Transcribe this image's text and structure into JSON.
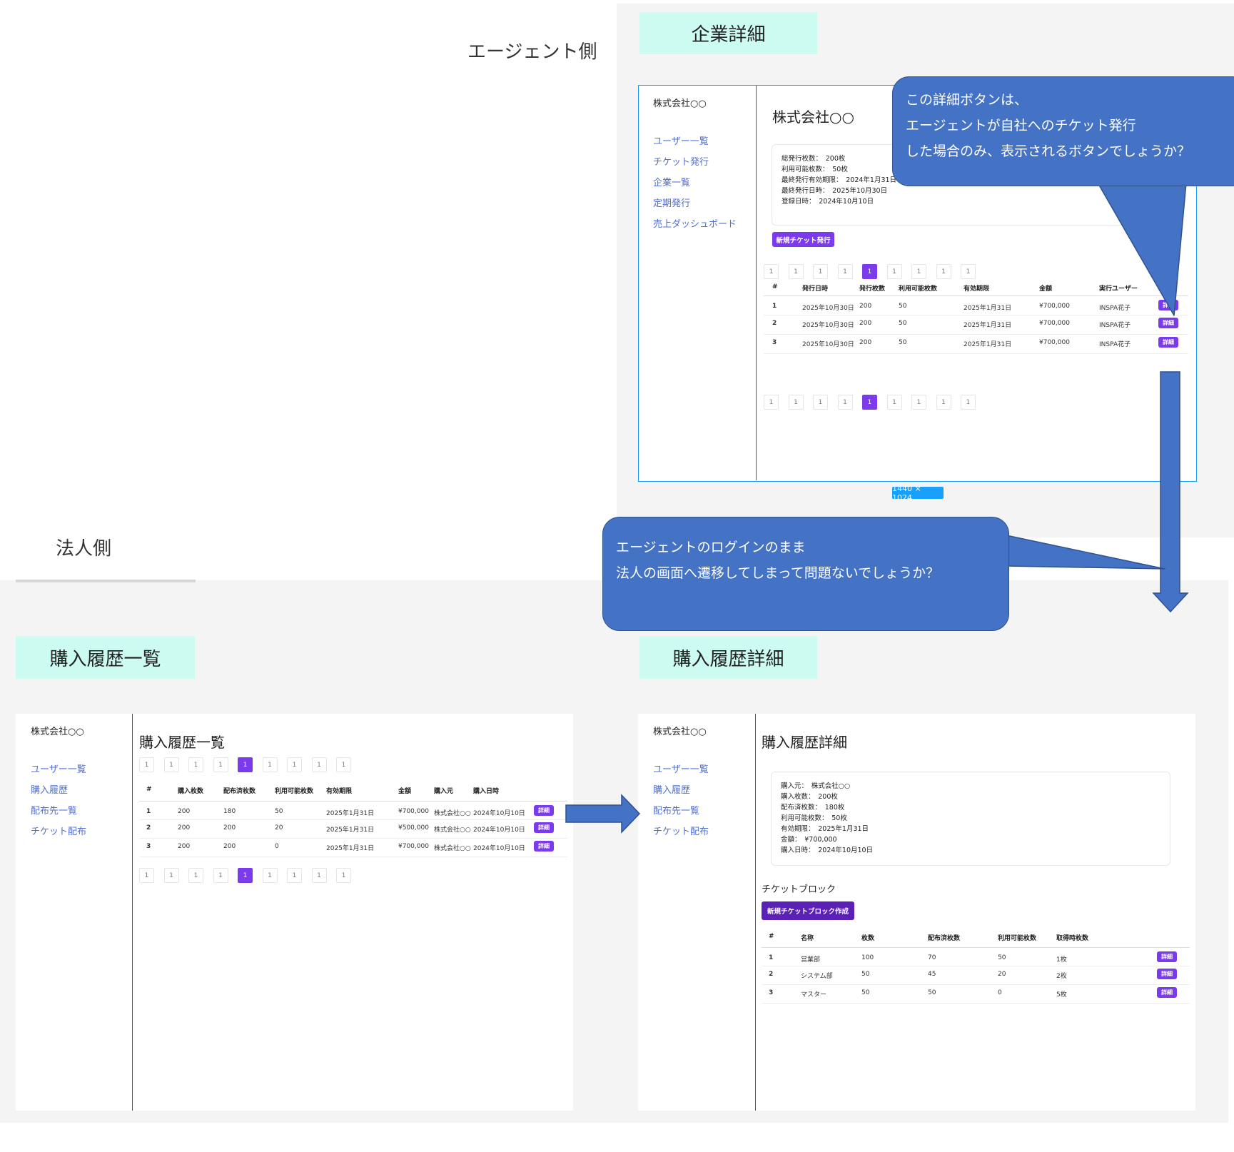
{
  "labels": {
    "agent_side": "エージェント側",
    "corp_side": "法人側"
  },
  "titles": {
    "company_detail": "企業詳細",
    "purchase_list": "購入履歴一覧",
    "purchase_detail": "購入履歴詳細"
  },
  "size_badge": "1440 × 1024",
  "callouts": {
    "c1": [
      "この詳細ボタンは、",
      "エージェントが自社へのチケット発行",
      "した場合のみ、表示されるボタンでしょうか？"
    ],
    "c2": [
      "エージェントのログインのまま",
      "法人の画面へ遷移してしまって問題ないでしょうか？"
    ]
  },
  "agent": {
    "company": "株式会社○○",
    "nav": [
      "ユーザー一覧",
      "チケット発行",
      "企業一覧",
      "定期発行",
      "売上ダッシュボード"
    ],
    "heading": "株式会社○○",
    "info": [
      "総発行枚数：　200枚",
      "利用可能枚数：　50枚",
      "最終発行有効期限：　2024年1月31日",
      "最終発行日時：　2025年10月30日",
      "登録日時：　2024年10月10日"
    ],
    "new_button": "新規チケット発行",
    "pages": [
      "1",
      "1",
      "1",
      "1",
      "1",
      "1",
      "1",
      "1",
      "1"
    ],
    "active_page": 4,
    "headers": [
      "#",
      "発行日時",
      "発行枚数",
      "利用可能枚数",
      "有効期限",
      "金額",
      "実行ユーザー"
    ],
    "rows": [
      [
        "1",
        "2025年10月30日",
        "200",
        "50",
        "2025年1月31日",
        "¥700,000",
        "INSPA花子"
      ],
      [
        "2",
        "2025年10月30日",
        "200",
        "50",
        "2025年1月31日",
        "¥700,000",
        "INSPA花子"
      ],
      [
        "3",
        "2025年10月30日",
        "200",
        "50",
        "2025年1月31日",
        "¥700,000",
        "INSPA花子"
      ]
    ],
    "detail_label": "詳細"
  },
  "corp_list": {
    "company": "株式会社○○",
    "nav": [
      "ユーザー一覧",
      "購入履歴",
      "配布先一覧",
      "チケット配布"
    ],
    "heading": "購入履歴一覧",
    "pages": [
      "1",
      "1",
      "1",
      "1",
      "1",
      "1",
      "1",
      "1",
      "1"
    ],
    "active_page": 4,
    "headers": [
      "#",
      "購入枚数",
      "配布済枚数",
      "利用可能枚数",
      "有効期限",
      "金額",
      "購入元",
      "購入日時"
    ],
    "rows": [
      [
        "1",
        "200",
        "180",
        "50",
        "2025年1月31日",
        "¥700,000",
        "株式会社○○",
        "2024年10月10日"
      ],
      [
        "2",
        "200",
        "200",
        "20",
        "2025年1月31日",
        "¥500,000",
        "株式会社○○",
        "2024年10月10日"
      ],
      [
        "3",
        "200",
        "200",
        "0",
        "2025年1月31日",
        "¥700,000",
        "株式会社○○",
        "2024年10月10日"
      ]
    ],
    "detail_label": "詳細"
  },
  "corp_detail": {
    "company": "株式会社○○",
    "nav": [
      "ユーザー一覧",
      "購入履歴",
      "配布先一覧",
      "チケット配布"
    ],
    "heading": "購入履歴詳細",
    "info": [
      "購入元：　株式会社○○",
      "購入枚数：　200枚",
      "配布済枚数：　180枚",
      "利用可能枚数：　50枚",
      "有効期限：　2025年1月31日",
      "金額：　¥700,000",
      "購入日時：　2024年10月10日"
    ],
    "block_heading": "チケットブロック",
    "new_block_button": "新規チケットブロック作成",
    "headers": [
      "#",
      "名称",
      "枚数",
      "配布済枚数",
      "利用可能枚数",
      "取得時枚数"
    ],
    "rows": [
      [
        "1",
        "営業部",
        "100",
        "70",
        "50",
        "1枚"
      ],
      [
        "2",
        "システム部",
        "50",
        "45",
        "20",
        "2枚"
      ],
      [
        "3",
        "マスター",
        "50",
        "50",
        "0",
        "5枚"
      ]
    ],
    "detail_label": "詳細"
  },
  "colors": {
    "accent": "#7c3aed",
    "callout": "#4472c4",
    "mint": "#ccfbf1",
    "nav_link": "#4f6fd6"
  }
}
